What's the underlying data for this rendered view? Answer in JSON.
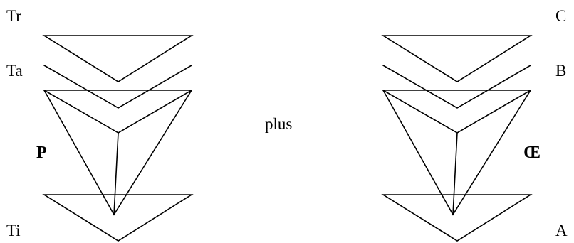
{
  "left_figure": {
    "top_label": "Tr",
    "middle_label": "Ta",
    "bottom_label": "Ti",
    "center_label": "P"
  },
  "connector": {
    "label": "plus"
  },
  "right_figure": {
    "top_label": "C",
    "middle_label": "B",
    "bottom_label": "A",
    "center_label": "Œ"
  },
  "colors": {
    "stroke": "#000000",
    "background": "#ffffff"
  }
}
